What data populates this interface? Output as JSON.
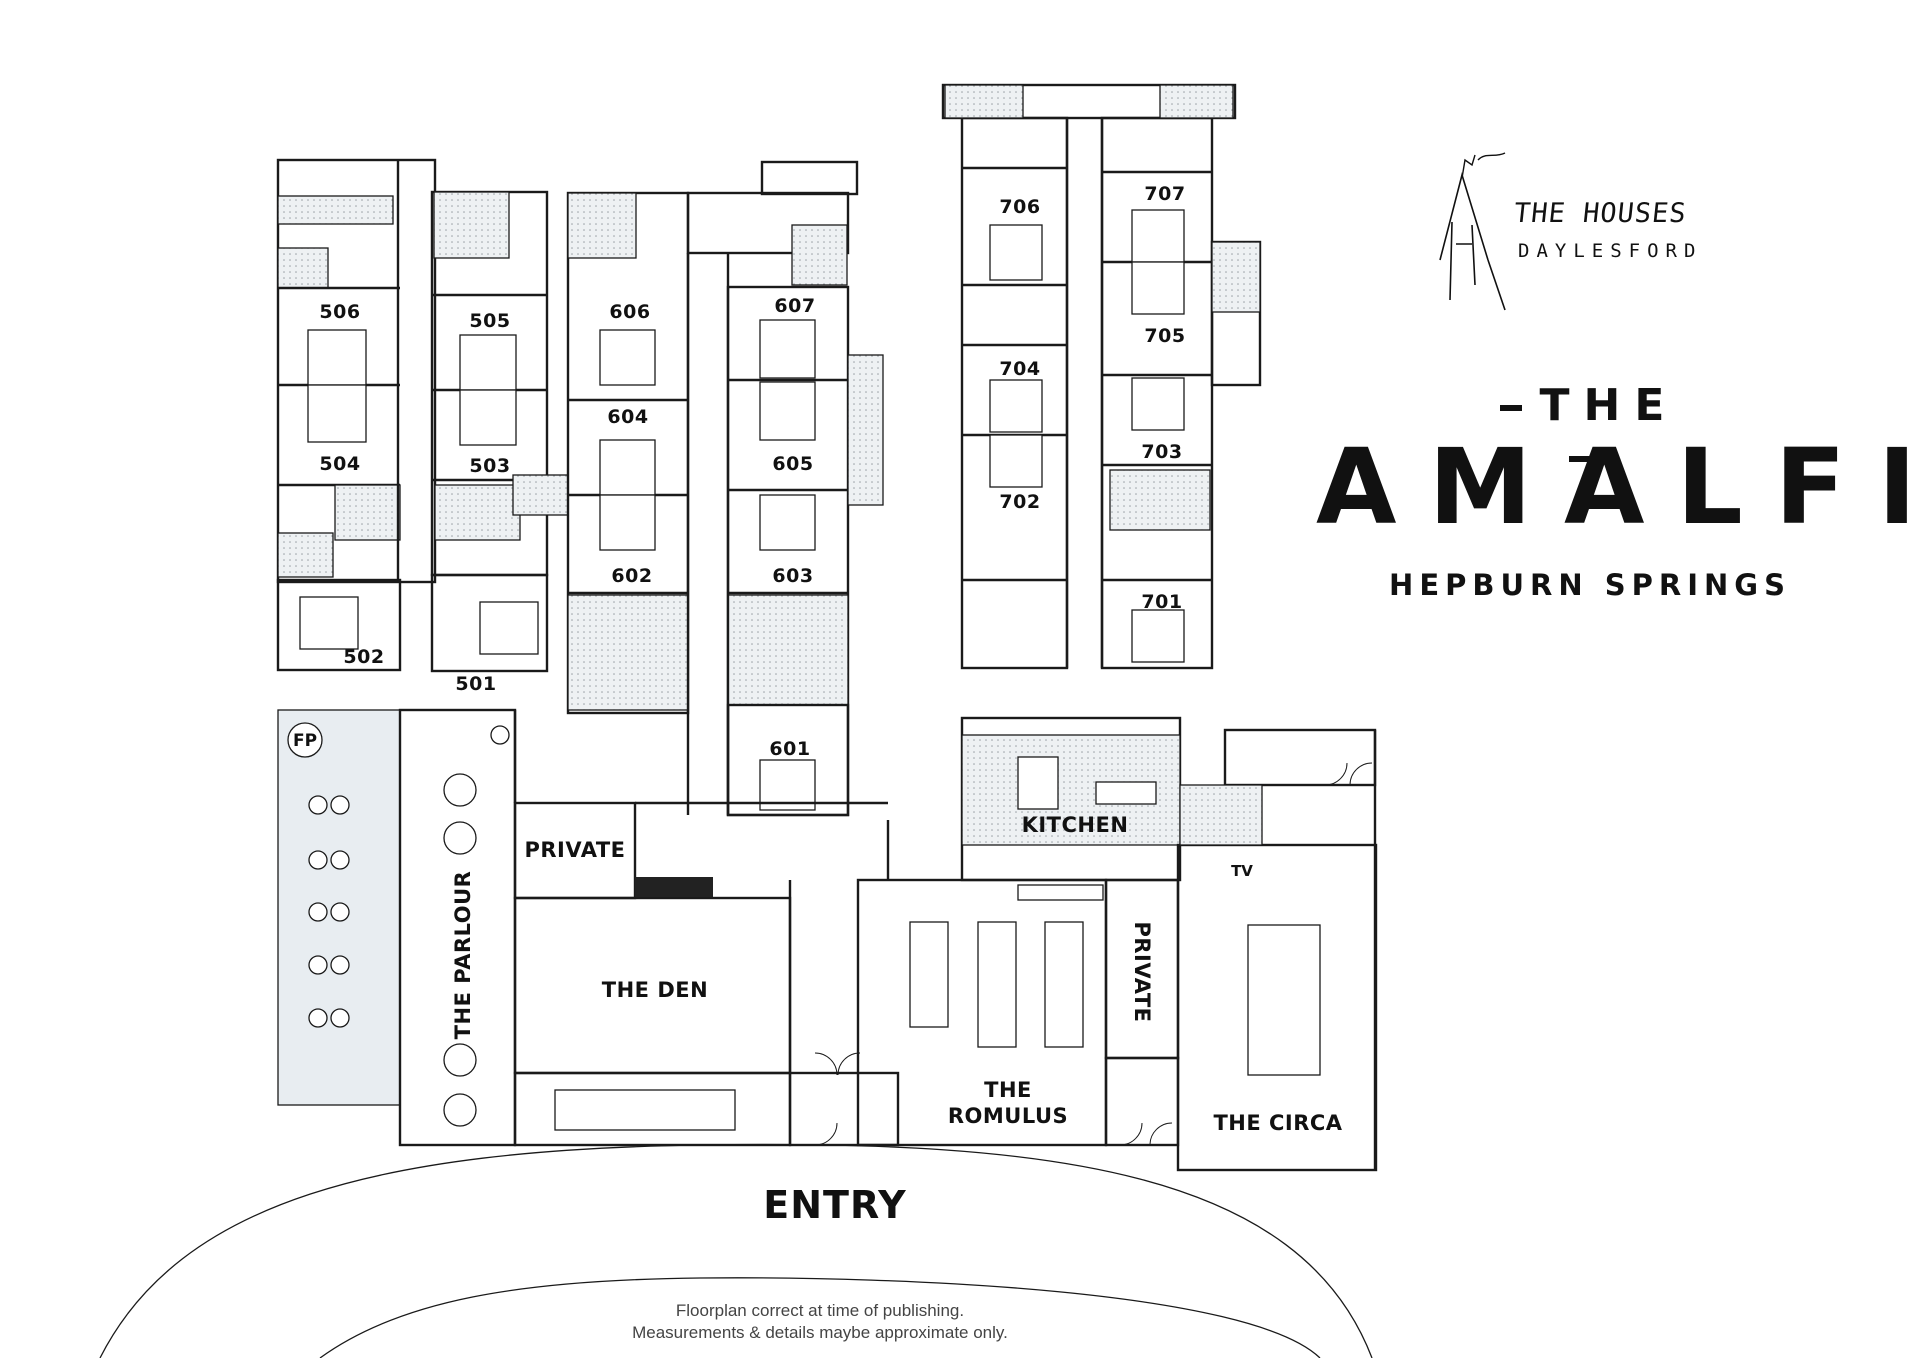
{
  "brand": {
    "logo_line1": "THE HOUSES",
    "logo_line2": "DAYLESFORD",
    "title_small": "THE",
    "title_large": "AMALFI",
    "location": "HEPBURN SPRINGS"
  },
  "rooms": {
    "r506": "506",
    "r505": "505",
    "r504": "504",
    "r503": "503",
    "r502": "502",
    "r501": "501",
    "r606": "606",
    "r607": "607",
    "r604": "604",
    "r605": "605",
    "r602": "602",
    "r603": "603",
    "r601": "601",
    "r706": "706",
    "r707": "707",
    "r705": "705",
    "r704": "704",
    "r703": "703",
    "r702": "702",
    "r701": "701"
  },
  "spaces": {
    "fp": "FP",
    "parlour": "THE PARLOUR",
    "private_left": "PRIVATE",
    "den": "THE DEN",
    "kitchen": "KITCHEN",
    "private_right": "PRIVATE",
    "tv": "TV",
    "romulus_line1": "THE",
    "romulus_line2": "ROMULUS",
    "circa": "THE CIRCA",
    "entry": "ENTRY"
  },
  "footer": {
    "line1": "Floorplan correct at time of publishing.",
    "line2": "Measurements & details maybe approximate only."
  },
  "colors": {
    "ink": "#1a1a1a",
    "patio_fill": "#e8edf1",
    "tile_dot": "#9aa0a6"
  }
}
